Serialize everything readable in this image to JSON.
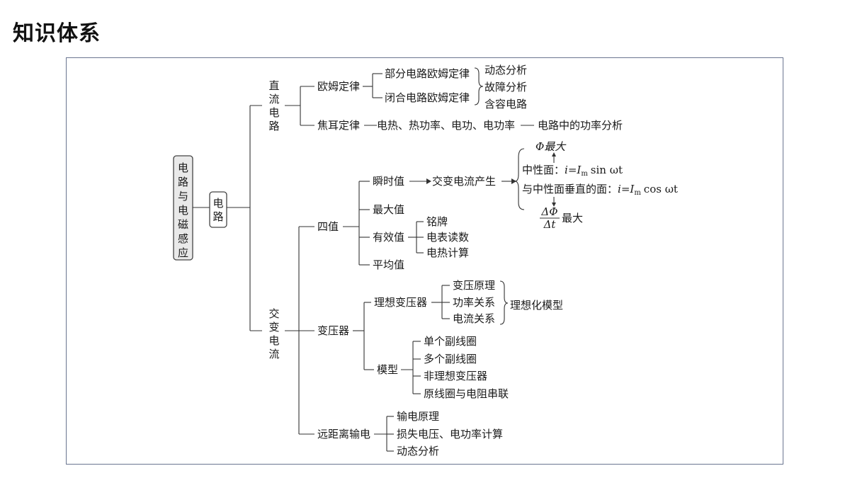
{
  "title": "知识体系",
  "root": [
    "电",
    "路",
    "与",
    "电",
    "磁",
    "感",
    "应"
  ],
  "sub": [
    "电",
    "路"
  ],
  "dc": {
    "vlabel": [
      "直",
      "流",
      "电",
      "路"
    ],
    "ohm": "欧姆定律",
    "ohm_items": [
      "部分电路欧姆定律",
      "闭合电路欧姆定律"
    ],
    "ohm_apps": [
      "动态分析",
      "故障分析",
      "含容电路"
    ],
    "joule": "焦耳定律",
    "joule_line_1": "电热、热功率、电功、电功率",
    "joule_line_2": "电路中的功率分析"
  },
  "ac": {
    "vlabel": [
      "交",
      "变",
      "电",
      "流"
    ],
    "four": "四值",
    "instant": "瞬时值",
    "generate": "交变电流产生",
    "neutral": "中性面：",
    "neutral_formula": "i=I",
    "neutral_sub": "m",
    "neutral_tail": "sin ωt",
    "perp": "与中性面垂直的面：",
    "perp_formula": "i=I",
    "perp_sub": "m",
    "perp_tail": "cos ωt",
    "phi_max": "Φ最大",
    "frac_num": "ΔΦ",
    "frac_den": "Δt",
    "frac_max": "最大",
    "max": "最大值",
    "eff": "有效值",
    "eff_items": [
      "铭牌",
      "电表读数",
      "电热计算"
    ],
    "avg": "平均值",
    "transformer": "变压器",
    "ideal": "理想变压器",
    "ideal_items": [
      "变压原理",
      "功率关系",
      "电流关系"
    ],
    "ideal_model": "理想化模型",
    "model": "模型",
    "model_items": [
      "单个副线圈",
      "多个副线圈",
      "非理想变压器",
      "原线圈与电阻串联"
    ],
    "remote": "远距离输电",
    "remote_items": [
      "输电原理",
      "损失电压、电功率计算",
      "动态分析"
    ]
  }
}
